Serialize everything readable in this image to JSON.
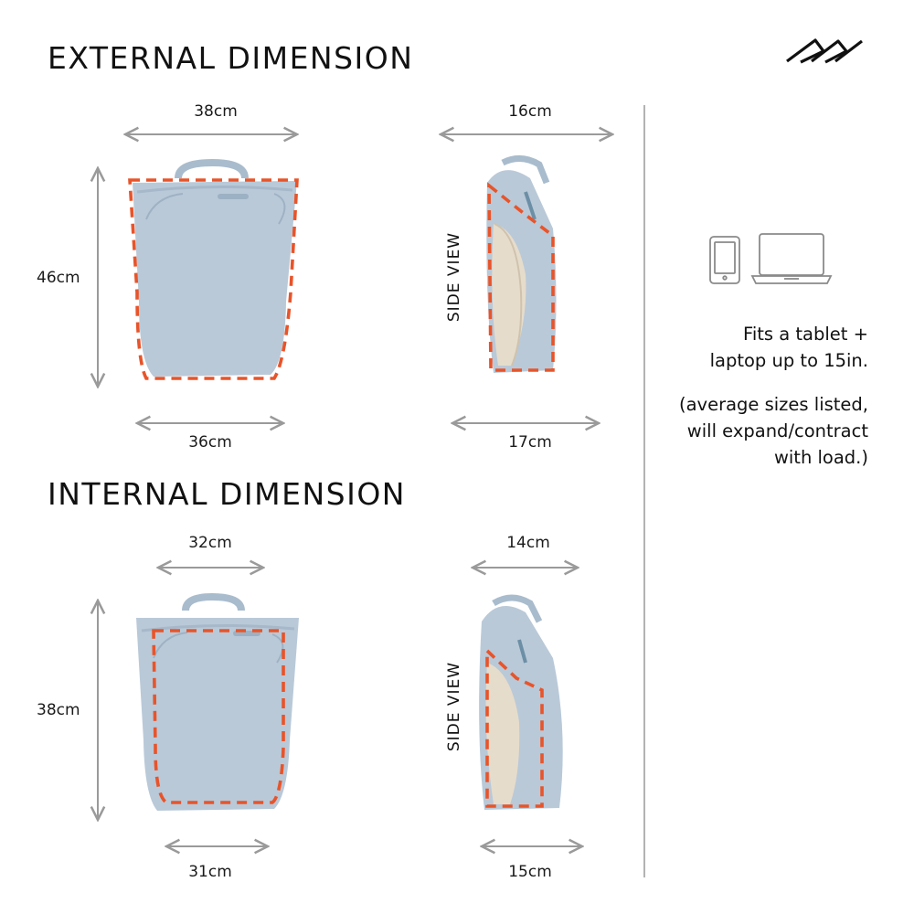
{
  "headings": {
    "external": "EXTERNAL DIMENSION",
    "internal": "INTERNAL DIMENSION"
  },
  "external": {
    "front": {
      "top_width": "38cm",
      "height": "46cm",
      "bottom_width": "36cm"
    },
    "side": {
      "label": "SIDE VIEW",
      "top_depth": "16cm",
      "bottom_depth": "17cm"
    }
  },
  "internal": {
    "front": {
      "top_width": "32cm",
      "height": "38cm",
      "bottom_width": "31cm"
    },
    "side": {
      "label": "SIDE VIEW",
      "top_depth": "14cm",
      "bottom_depth": "15cm"
    }
  },
  "info": {
    "fits_line1": "Fits a tablet +",
    "fits_line2": "laptop up to 15in.",
    "note_line1": "(average sizes listed,",
    "note_line2": "will expand/contract",
    "note_line3": "with load.)"
  },
  "icons": [
    "brand-logo-icon",
    "tablet-icon",
    "laptop-icon",
    "backpack-front-image",
    "backpack-side-image"
  ],
  "colors": {
    "bag": "#b9c9d8",
    "outline": "#e8542a",
    "arrow": "#9a9a9a",
    "interior": "#e6dccb"
  }
}
